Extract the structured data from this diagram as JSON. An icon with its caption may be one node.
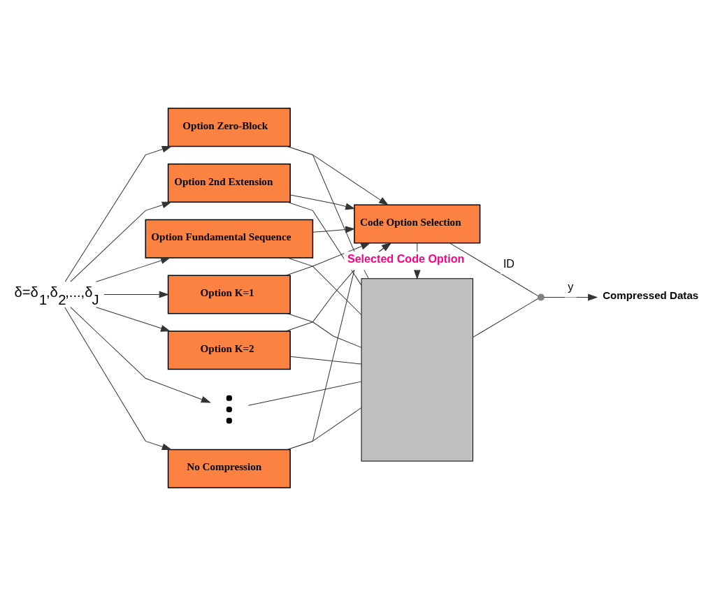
{
  "diagram": {
    "nodes": [
      {
        "text": [
          "δ=δ$_{1}$,δ$_{2}$,...,δ$_{J}$"
        ]
      },
      {
        "text": [
          "Option Zero-Block"
        ]
      },
      {
        "text": [
          "Option 2nd Extension"
        ]
      },
      {
        "text": [
          "Option Fundamental Sequence"
        ]
      },
      {
        "text": [
          "Option K=1"
        ]
      },
      {
        "text": [
          "Option K=2"
        ]
      },
      {
        "text": [],
        "shape": "dots"
      },
      {
        "text": [
          "No Compression"
        ]
      },
      {
        "text": [
          "Code Option Selection"
        ]
      },
      {
        "text": [],
        "shape": "box"
      },
      {
        "text": [],
        "shape": "switch"
      },
      {
        "text": [
          "Compressed Datas"
        ]
      }
    ],
    "edges": [
      {
        "from": 0,
        "to": 1,
        "arrow": "to"
      },
      {
        "from": 0,
        "to": 2,
        "arrow": "to"
      },
      {
        "from": 0,
        "to": 3,
        "arrow": "to"
      },
      {
        "from": 0,
        "to": 4,
        "arrow": "to"
      },
      {
        "from": 0,
        "to": 5,
        "arrow": "to"
      },
      {
        "from": 0,
        "to": 6,
        "arrow": "to"
      },
      {
        "from": 0,
        "to": 7,
        "arrow": "to"
      },
      {
        "from": 1,
        "to": 8,
        "arrow": "to"
      },
      {
        "from": 2,
        "to": 8,
        "arrow": "to"
      },
      {
        "from": 3,
        "to": 8,
        "arrow": "to"
      },
      {
        "from": 4,
        "to": 8,
        "arrow": "to"
      },
      {
        "from": 5,
        "to": 8,
        "arrow": "to"
      },
      {
        "from": 7,
        "to": 8,
        "arrow": "to"
      },
      {
        "from": 1,
        "to": 9,
        "arrow": "none"
      },
      {
        "from": 2,
        "to": 9,
        "arrow": "none"
      },
      {
        "from": 3,
        "to": 9,
        "arrow": "none"
      },
      {
        "from": 4,
        "to": 9,
        "arrow": "none"
      },
      {
        "from": 5,
        "to": 9,
        "arrow": "none"
      },
      {
        "from": 6,
        "to": 9,
        "arrow": "none"
      },
      {
        "from": 7,
        "to": 9,
        "arrow": "none"
      },
      {
        "from": 8,
        "to": 9,
        "arrow": "to",
        "label": "Selected Code Option"
      },
      {
        "from": 8,
        "to": 10,
        "arrow": "none",
        "label": "ID"
      },
      {
        "from": 9,
        "to": 10,
        "arrow": "none"
      },
      {
        "from": 10,
        "to": 11,
        "arrow": "to",
        "label": "y"
      }
    ]
  }
}
